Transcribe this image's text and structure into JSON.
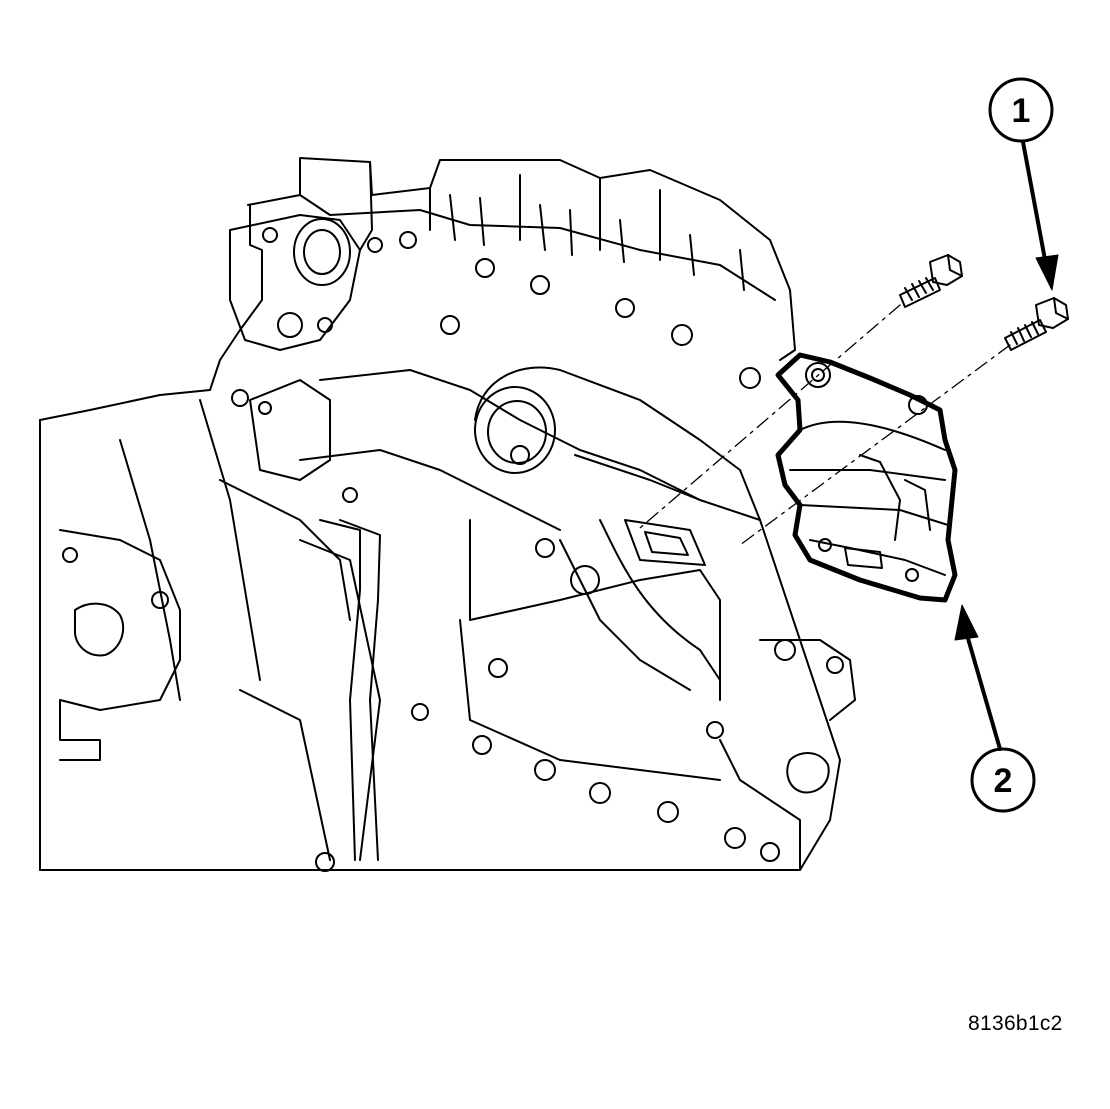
{
  "callouts": [
    {
      "number": "1"
    },
    {
      "number": "2"
    }
  ],
  "figure_id": "8136b1c2",
  "colors": {
    "line": "#000000",
    "background": "#ffffff"
  }
}
